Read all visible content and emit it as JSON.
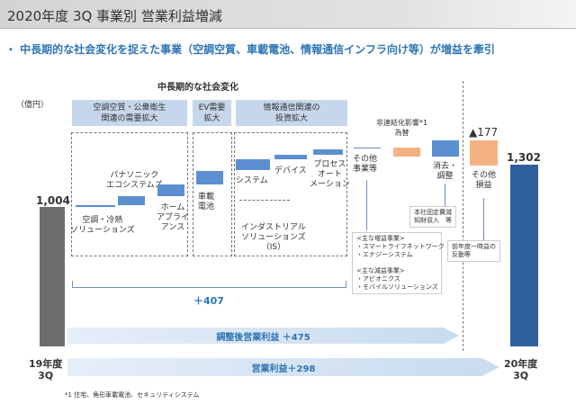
{
  "header": {
    "title": "2020年度 3Q 事業別 営業利益増減"
  },
  "headline": "・ 中長期的な社会変化を捉えた事業（空調空質、車載電池、情報通信インフラ向け等）が増益を牽引",
  "chart": {
    "group_title": "中長期的な社会変化",
    "unit": "（億円）",
    "categories": [
      "空調空質・公衆衛生\n関連の需要拡大",
      "EV需要\n拡大",
      "情報通信関連の\n投資拡大"
    ],
    "start": {
      "label": "19年度\n3Q",
      "value": "1,004"
    },
    "end": {
      "label": "20年度\n3Q",
      "value": "1,302"
    },
    "steps": [
      {
        "label": "空調・冷熱\nソリューションズ"
      },
      {
        "label": "パナソニック\nエコシステムズ"
      },
      {
        "label": "ホーム\nアプライ\nアンス"
      },
      {
        "label": "車載\n電池"
      },
      {
        "label": "システム"
      },
      {
        "label": "デバイス"
      },
      {
        "label": "プロセス\nオート\nメーション"
      },
      {
        "label": "その他\n事業等"
      },
      {
        "label": "非連結化影響*1\n為替"
      },
      {
        "label": "消去・\n調整"
      },
      {
        "label": "その他\n損益",
        "value": "▲177"
      }
    ],
    "is_label": "インダストリアル\nソリューションズ\n（IS）",
    "subtotal": "＋407",
    "adjusted": "調整後営業利益 ＋475",
    "operating": "営業利益＋298",
    "notes": {
      "hq": "本社固定費減\n知財収入　等",
      "segments": "<主な増益事業>\n・スマートライフネットワーク\n・エナジーシステム\n\n<主な減益事業>\n・アビオニクス\n・モバイルソリューションズ",
      "prior": "前年度一時益の\n反動等"
    }
  },
  "footnote": "*1 住宅、角形車載電池、セキュリティシステム",
  "colors": {
    "up": "#5b8fd0",
    "down": "#f4b183",
    "start": "#6d6d6d",
    "end": "#2f5f9e",
    "accent": "#2e75b6"
  }
}
